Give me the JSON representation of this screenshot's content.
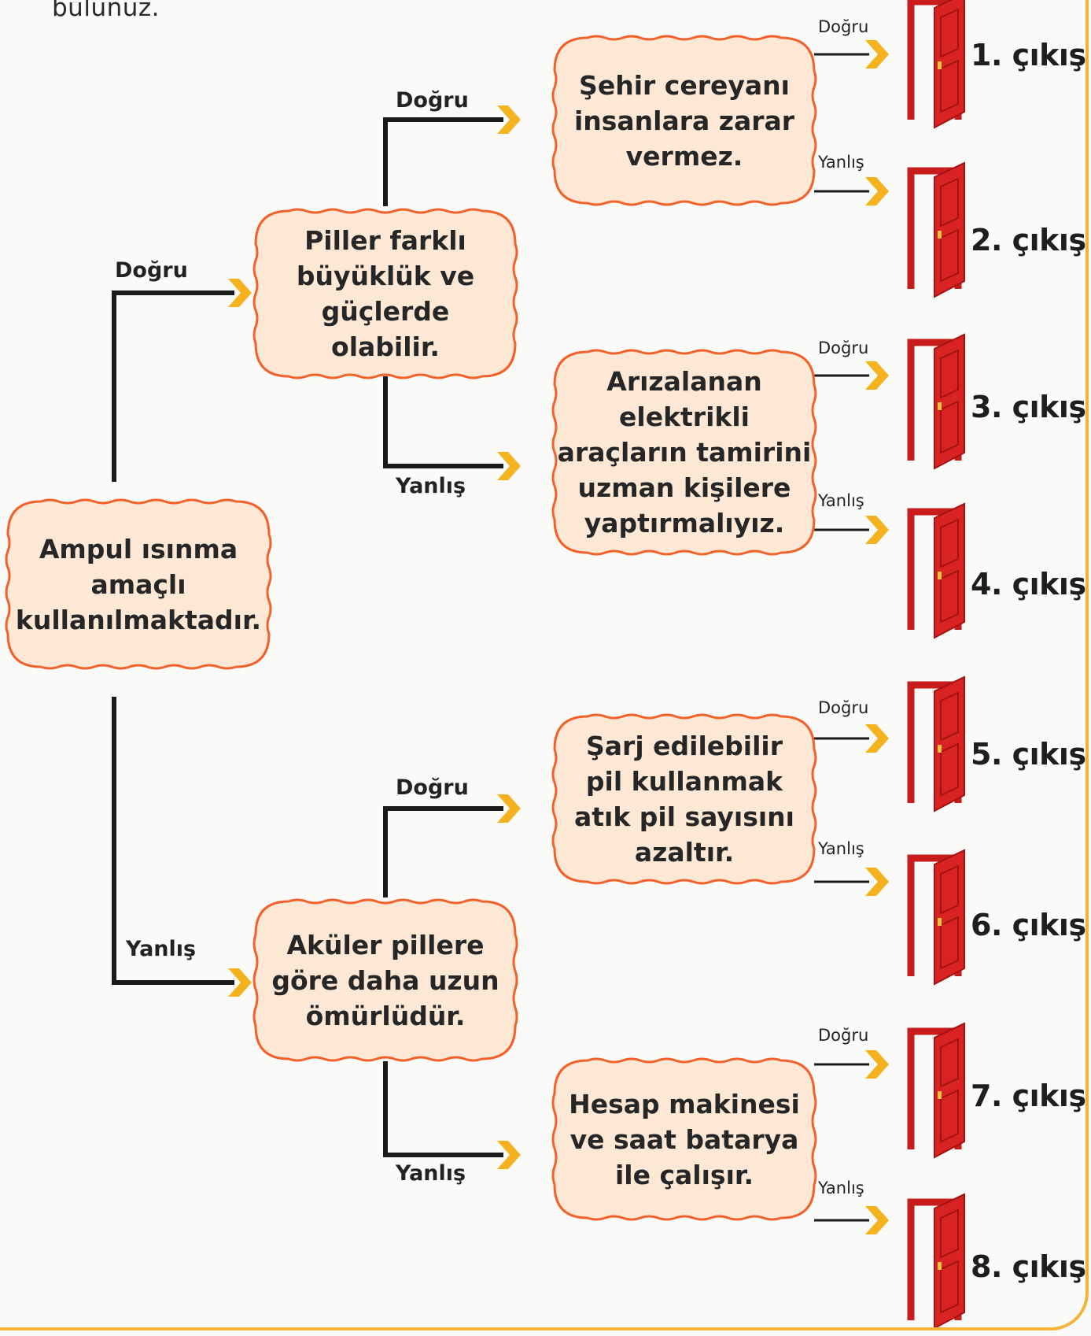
{
  "intro_text": "bulunuz.",
  "root": {
    "text": "Ampul ısınma\namaçlı\nkullanılmaktadır."
  },
  "level1": [
    {
      "text": "Piller farklı\nbüyüklük ve\ngüçlerde\nolabilir.",
      "edge_label": "Doğru"
    },
    {
      "text": "Aküler pillere\ngöre daha uzun\nömürlüdür.",
      "edge_label": "Yanlış"
    }
  ],
  "level2": [
    {
      "text": "Şehir cereyanı\ninsanlara zarar\nvermez.",
      "edge_label": "Doğru"
    },
    {
      "text": "Arızalanan\nelektrikli\naraçların tamirini\nuzman kişilere\nyaptırmalıyız.",
      "edge_label": "Yanlış"
    },
    {
      "text": "Şarj edilebilir\npil kullanmak\natık pil sayısını\nazaltır.",
      "edge_label": "Doğru"
    },
    {
      "text": "Hesap makinesi\nve saat batarya\nile çalışır.",
      "edge_label": "Yanlış"
    }
  ],
  "exit_edge_labels": [
    "Doğru",
    "Yanlış",
    "Doğru",
    "Yanlış",
    "Doğru",
    "Yanlış",
    "Doğru",
    "Yanlış"
  ],
  "exits": [
    "1. çıkış",
    "2. çıkış",
    "3. çıkış",
    "4. çıkış",
    "5. çıkış",
    "6. çıkış",
    "7. çıkış",
    "8. çıkış"
  ],
  "colors": {
    "box_fill": "#fde8d6",
    "box_border": "#f2612a",
    "connector": "#1a1a1a",
    "arrow": "#f5b21f",
    "door": "#d21f1f",
    "frame": "#f4b43a"
  }
}
